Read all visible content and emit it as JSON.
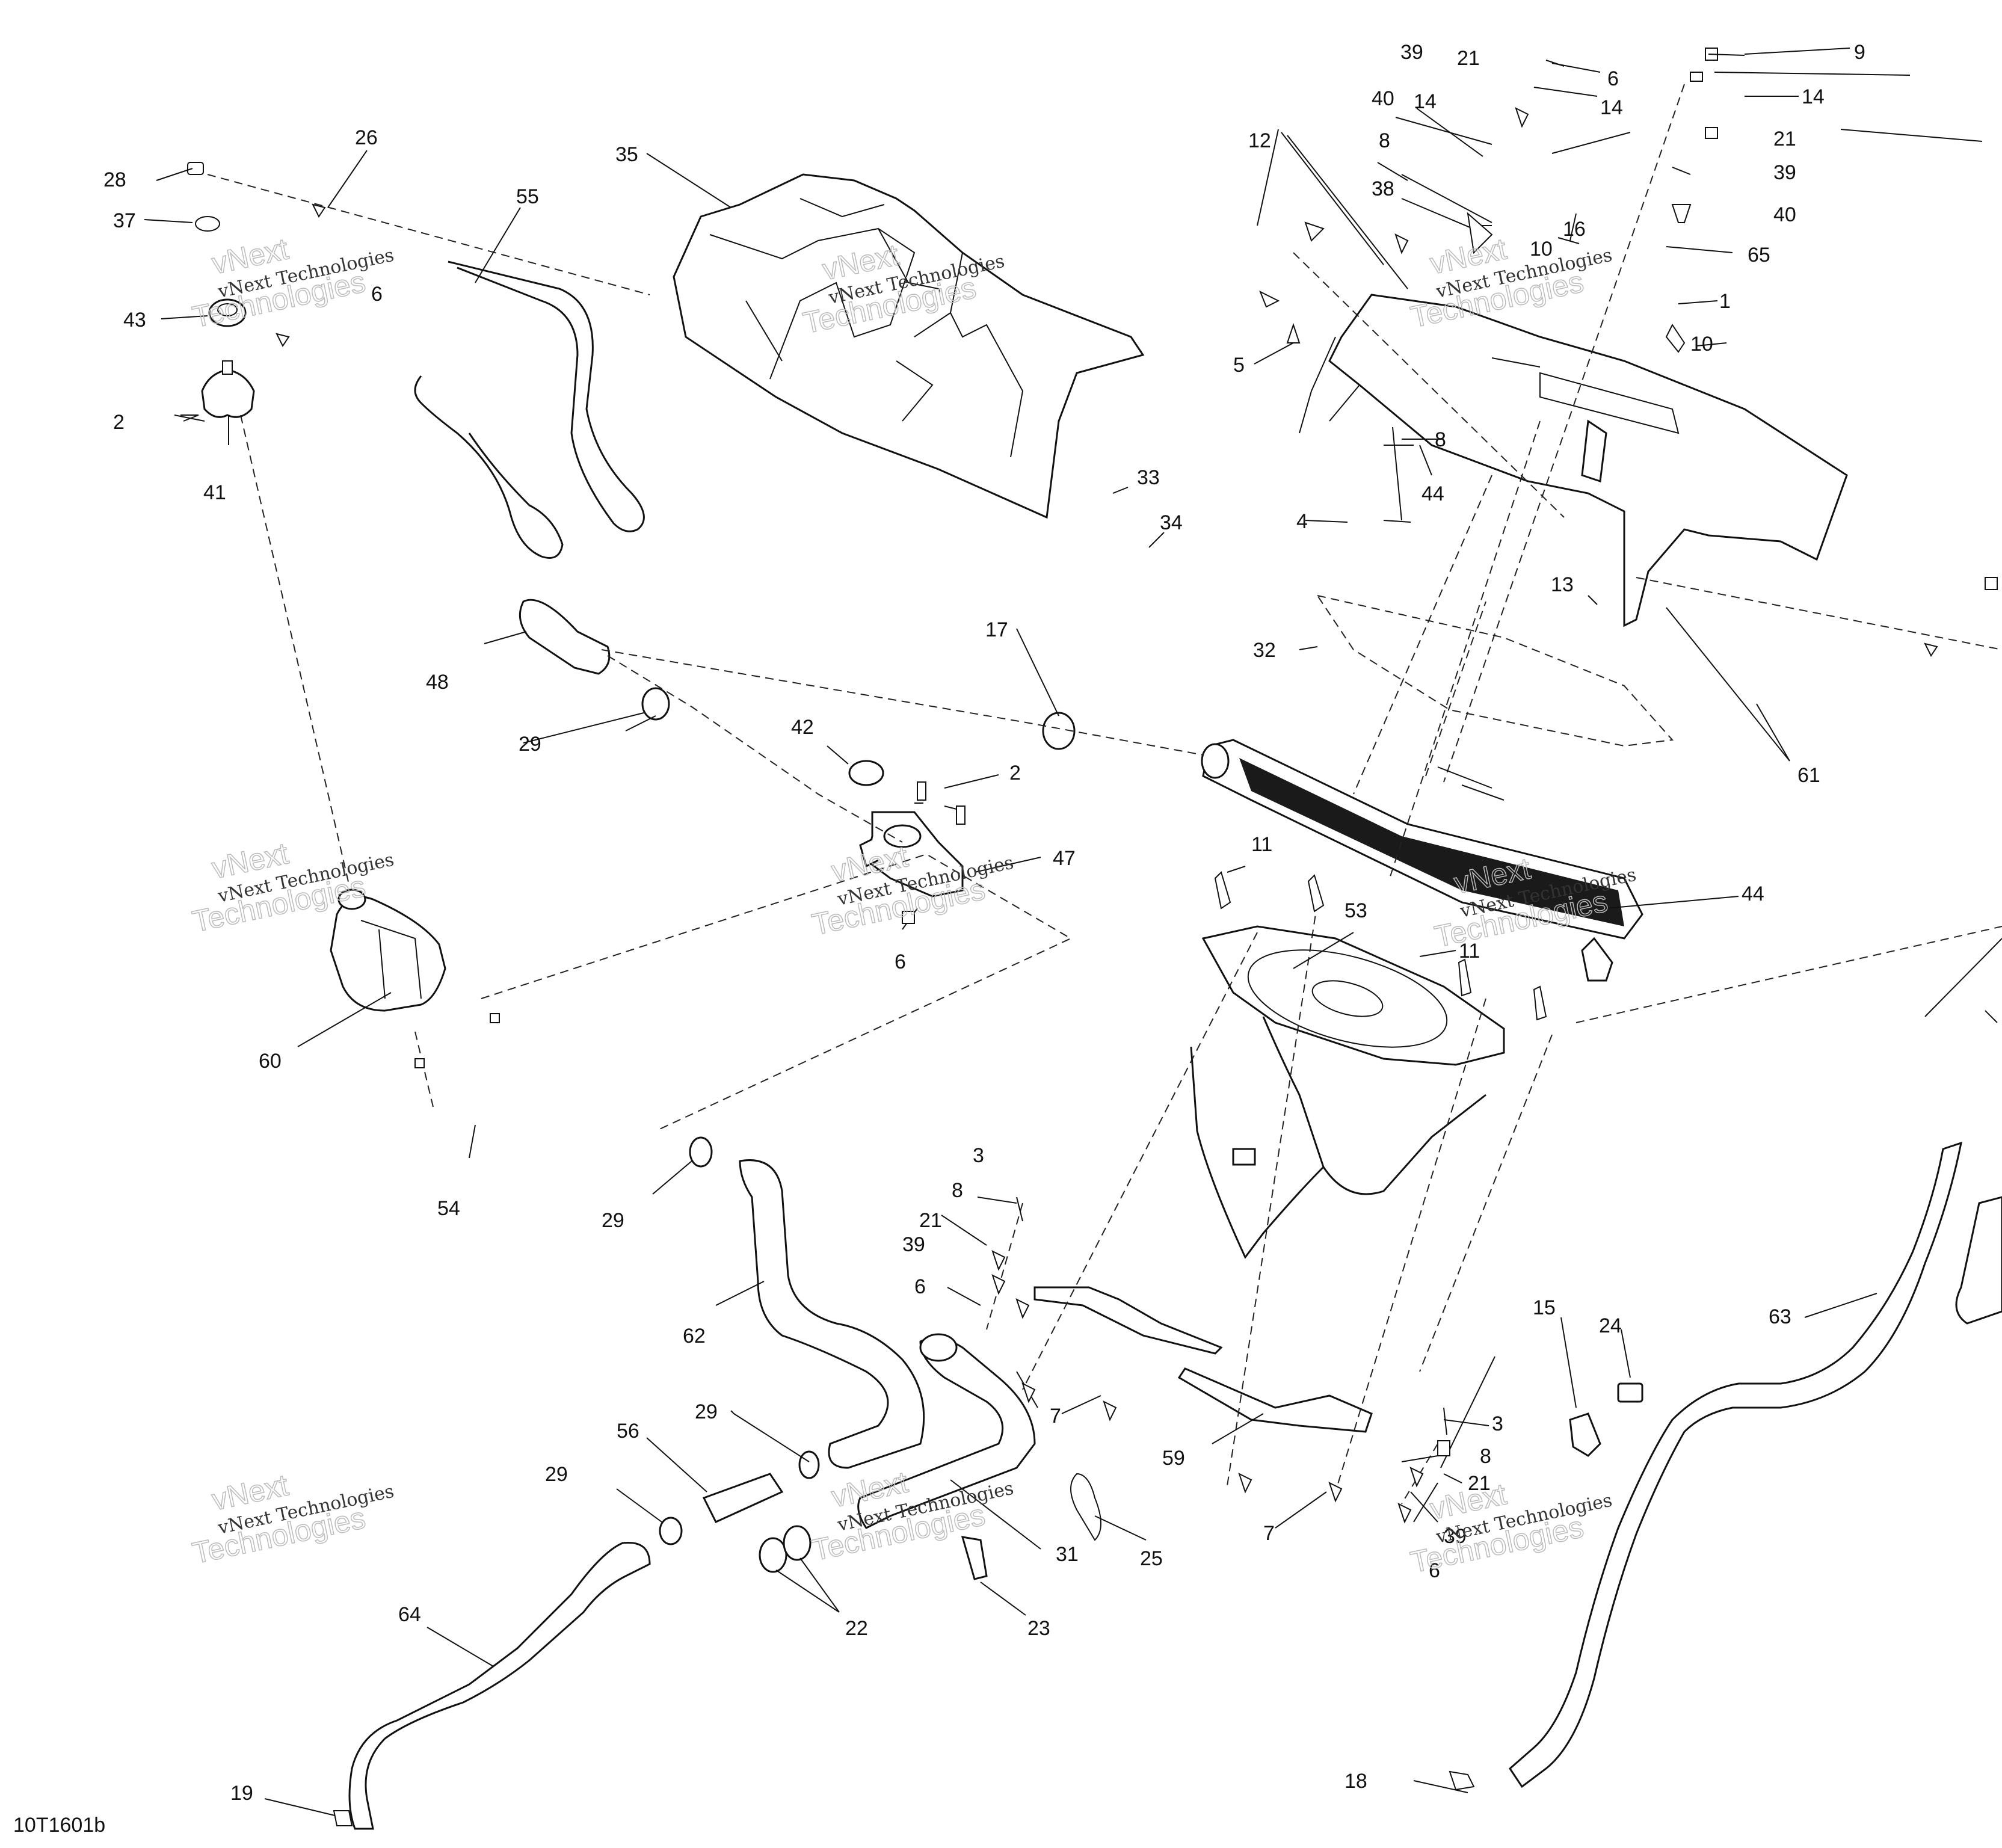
{
  "diagram_code": "10T1601b",
  "watermark": {
    "line_a": "vNext Technologies",
    "line_b": "vNext",
    "line_c": "Technologies"
  },
  "callouts": [
    {
      "id": "c1",
      "text": "1"
    },
    {
      "id": "c2a",
      "text": "2"
    },
    {
      "id": "c2b",
      "text": "2"
    },
    {
      "id": "c3a",
      "text": "3"
    },
    {
      "id": "c3b",
      "text": "3"
    },
    {
      "id": "c4",
      "text": "4"
    },
    {
      "id": "c5",
      "text": "5"
    },
    {
      "id": "c6a",
      "text": "6"
    },
    {
      "id": "c6b",
      "text": "6"
    },
    {
      "id": "c6c",
      "text": "6"
    },
    {
      "id": "c6d",
      "text": "6"
    },
    {
      "id": "c6e",
      "text": "6"
    },
    {
      "id": "c7a",
      "text": "7"
    },
    {
      "id": "c7b",
      "text": "7"
    },
    {
      "id": "c8a",
      "text": "8"
    },
    {
      "id": "c8b",
      "text": "8"
    },
    {
      "id": "c8c",
      "text": "8"
    },
    {
      "id": "c8d",
      "text": "8"
    },
    {
      "id": "c9",
      "text": "9"
    },
    {
      "id": "c10a",
      "text": "10"
    },
    {
      "id": "c10b",
      "text": "10"
    },
    {
      "id": "c11a",
      "text": "11"
    },
    {
      "id": "c11b",
      "text": "11"
    },
    {
      "id": "c12",
      "text": "12"
    },
    {
      "id": "c13",
      "text": "13"
    },
    {
      "id": "c14a",
      "text": "14"
    },
    {
      "id": "c14b",
      "text": "14"
    },
    {
      "id": "c14c",
      "text": "14"
    },
    {
      "id": "c15",
      "text": "15"
    },
    {
      "id": "c16",
      "text": "16"
    },
    {
      "id": "c17",
      "text": "17"
    },
    {
      "id": "c18",
      "text": "18"
    },
    {
      "id": "c19",
      "text": "19"
    },
    {
      "id": "c21a",
      "text": "21"
    },
    {
      "id": "c21b",
      "text": "21"
    },
    {
      "id": "c21c",
      "text": "21"
    },
    {
      "id": "c21d",
      "text": "21"
    },
    {
      "id": "c22",
      "text": "22"
    },
    {
      "id": "c23",
      "text": "23"
    },
    {
      "id": "c24",
      "text": "24"
    },
    {
      "id": "c25",
      "text": "25"
    },
    {
      "id": "c26",
      "text": "26"
    },
    {
      "id": "c28",
      "text": "28"
    },
    {
      "id": "c29a",
      "text": "29"
    },
    {
      "id": "c29b",
      "text": "29"
    },
    {
      "id": "c29c",
      "text": "29"
    },
    {
      "id": "c29d",
      "text": "29"
    },
    {
      "id": "c31",
      "text": "31"
    },
    {
      "id": "c32",
      "text": "32"
    },
    {
      "id": "c33",
      "text": "33"
    },
    {
      "id": "c34",
      "text": "34"
    },
    {
      "id": "c35",
      "text": "35"
    },
    {
      "id": "c37",
      "text": "37"
    },
    {
      "id": "c38",
      "text": "38"
    },
    {
      "id": "c39a",
      "text": "39"
    },
    {
      "id": "c39b",
      "text": "39"
    },
    {
      "id": "c39c",
      "text": "39"
    },
    {
      "id": "c39d",
      "text": "39"
    },
    {
      "id": "c40a",
      "text": "40"
    },
    {
      "id": "c40b",
      "text": "40"
    },
    {
      "id": "c41",
      "text": "41"
    },
    {
      "id": "c42",
      "text": "42"
    },
    {
      "id": "c43",
      "text": "43"
    },
    {
      "id": "c44a",
      "text": "44"
    },
    {
      "id": "c44b",
      "text": "44"
    },
    {
      "id": "c47",
      "text": "47"
    },
    {
      "id": "c48",
      "text": "48"
    },
    {
      "id": "c53",
      "text": "53"
    },
    {
      "id": "c54",
      "text": "54"
    },
    {
      "id": "c55",
      "text": "55"
    },
    {
      "id": "c56",
      "text": "56"
    },
    {
      "id": "c59",
      "text": "59"
    },
    {
      "id": "c60",
      "text": "60"
    },
    {
      "id": "c61",
      "text": "61"
    },
    {
      "id": "c62",
      "text": "62"
    },
    {
      "id": "c63",
      "text": "63"
    },
    {
      "id": "c64",
      "text": "64"
    },
    {
      "id": "c65",
      "text": "65"
    }
  ]
}
